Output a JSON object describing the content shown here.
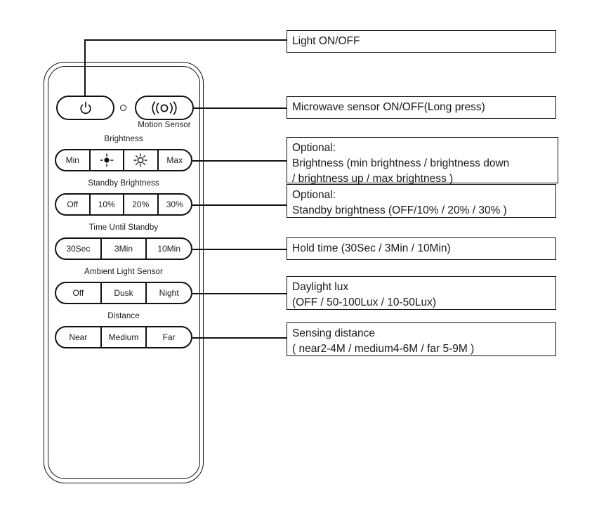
{
  "remote": {
    "top_row": {
      "power_button": {
        "icon": "power-icon",
        "label": ""
      },
      "led": {
        "icon": "led-indicator-icon"
      },
      "motion_button": {
        "icon": "motion-sensor-icon",
        "glyph": "((o))"
      },
      "motion_caption": "Motion Sensor"
    },
    "groups": [
      {
        "id": "brightness",
        "label": "Brightness",
        "buttons": [
          {
            "label": "Min",
            "icon": ""
          },
          {
            "label": "",
            "icon": "brightness-down-icon"
          },
          {
            "label": "",
            "icon": "brightness-up-icon"
          },
          {
            "label": "Max",
            "icon": ""
          }
        ]
      },
      {
        "id": "standby-brightness",
        "label": "Standby Brightness",
        "buttons": [
          {
            "label": "Off",
            "icon": ""
          },
          {
            "label": "10%",
            "icon": ""
          },
          {
            "label": "20%",
            "icon": ""
          },
          {
            "label": "30%",
            "icon": ""
          }
        ]
      },
      {
        "id": "time-until-standby",
        "label": "Time Until Standby",
        "buttons": [
          {
            "label": "30Sec",
            "icon": ""
          },
          {
            "label": "3Min",
            "icon": ""
          },
          {
            "label": "10Min",
            "icon": ""
          }
        ]
      },
      {
        "id": "ambient-light-sensor",
        "label": "Ambient Light Sensor",
        "buttons": [
          {
            "label": "Off",
            "icon": ""
          },
          {
            "label": "Dusk",
            "icon": ""
          },
          {
            "label": "Night",
            "icon": ""
          }
        ]
      },
      {
        "id": "distance",
        "label": "Distance",
        "buttons": [
          {
            "label": "Near",
            "icon": ""
          },
          {
            "label": "Medium",
            "icon": ""
          },
          {
            "label": "Far",
            "icon": ""
          }
        ]
      }
    ]
  },
  "annotations": [
    {
      "id": "light-on-off",
      "lines": [
        "Light ON/OFF"
      ]
    },
    {
      "id": "microwave-sensor",
      "lines": [
        "Microwave sensor ON/OFF(Long press)"
      ]
    },
    {
      "id": "brightness-optional",
      "lines": [
        "Optional:",
        "Brightness (min brightness / brightness down",
        "/ brightness up / max brightness )"
      ]
    },
    {
      "id": "standby-optional",
      "lines": [
        "Optional:",
        "Standby brightness (OFF/10% / 20% / 30% )"
      ]
    },
    {
      "id": "hold-time",
      "lines": [
        "Hold time (30Sec / 3Min / 10Min)"
      ]
    },
    {
      "id": "daylight-lux",
      "lines": [
        "Daylight lux",
        "(OFF / 50-100Lux / 10-50Lux)"
      ]
    },
    {
      "id": "sensing-distance",
      "lines": [
        "Sensing distance",
        "( near2-4M / medium4-6M / far 5-9M )"
      ]
    }
  ],
  "colors": {
    "ink": "#111111",
    "paper": "#ffffff"
  }
}
